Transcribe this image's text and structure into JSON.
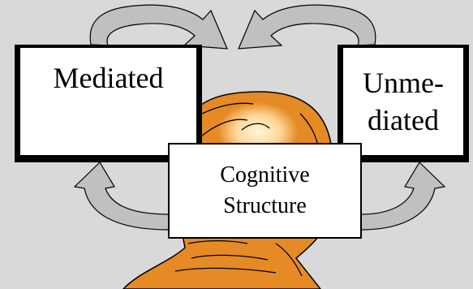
{
  "diagram": {
    "nodes": {
      "mediated": {
        "label": "Mediated"
      },
      "unmediated": {
        "line1": "Unme-",
        "line2": "diated"
      },
      "cognitive": {
        "line1": "Cognitive",
        "line2": "Structure"
      }
    },
    "colors": {
      "background": "#d9d9d9",
      "arrow_fill": "#c0c0c0",
      "head_fill": "#e58a24",
      "head_highlight": "#fff6d8",
      "stroke": "#000000"
    },
    "icons": [
      "curved-arrow-icon",
      "head-silhouette-icon"
    ]
  }
}
